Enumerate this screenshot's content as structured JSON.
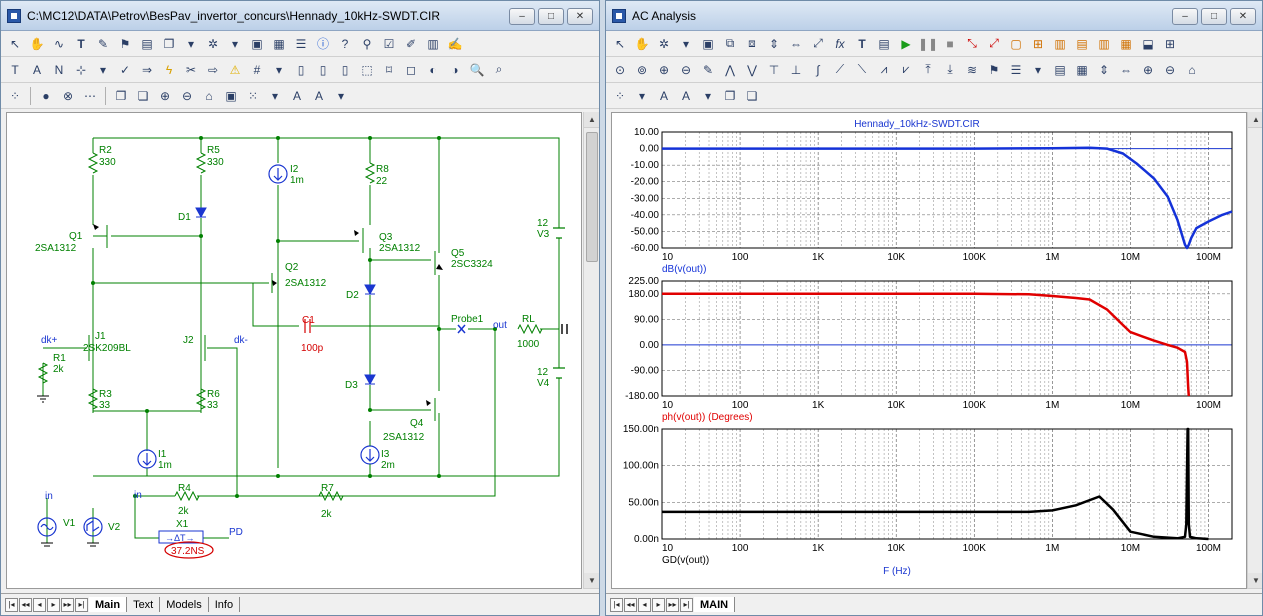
{
  "left_window": {
    "title": "C:\\MC12\\DATA\\Petrov\\BesPav_invertor_concurs\\Hennady_10kHz-SWDT.CIR",
    "tabs": [
      "Main",
      "Text",
      "Models",
      "Info"
    ],
    "active_tab": "Main"
  },
  "right_window": {
    "title": "AC Analysis",
    "tabs": [
      "MAIN"
    ],
    "active_tab": "MAIN"
  },
  "schematic": {
    "components": [
      {
        "name": "R2",
        "value": "330"
      },
      {
        "name": "R5",
        "value": "330"
      },
      {
        "name": "I2",
        "value": "1m"
      },
      {
        "name": "R8",
        "value": "22"
      },
      {
        "name": "Q1",
        "value": "2SA1312"
      },
      {
        "name": "D1",
        "value": ""
      },
      {
        "name": "Q3",
        "value": "2SA1312"
      },
      {
        "name": "Q5",
        "value": "2SC3324"
      },
      {
        "name": "Q2",
        "value": "2SA1312"
      },
      {
        "name": "D2",
        "value": ""
      },
      {
        "name": "V3",
        "value": "12"
      },
      {
        "name": "J1",
        "value": "2SK209BL"
      },
      {
        "name": "J2",
        "value": ""
      },
      {
        "name": "C1",
        "value": "100p"
      },
      {
        "name": "Probe1",
        "value": ""
      },
      {
        "name": "RL",
        "value": "1000"
      },
      {
        "name": "R1",
        "value": "2k"
      },
      {
        "name": "V4",
        "value": "12"
      },
      {
        "name": "R3",
        "value": "33"
      },
      {
        "name": "R6",
        "value": "33"
      },
      {
        "name": "D3",
        "value": ""
      },
      {
        "name": "Q4",
        "value": "2SA1312"
      },
      {
        "name": "I1",
        "value": "1m"
      },
      {
        "name": "I3",
        "value": "2m"
      },
      {
        "name": "R4",
        "value": "2k"
      },
      {
        "name": "R7",
        "value": "2k"
      },
      {
        "name": "V1",
        "value": ""
      },
      {
        "name": "V2",
        "value": ""
      },
      {
        "name": "X1",
        "value": ""
      }
    ],
    "node_labels": {
      "dk_plus": "dk+",
      "dk_minus": "dk-",
      "in1": "in",
      "in2": "in",
      "out": "out",
      "pd": "PD"
    },
    "measurement": "37.2NS",
    "measurement_color": "#d40000",
    "x1_symbol": "→ΔT→"
  },
  "plot": {
    "title": "Hennady_10kHz-SWDT.CIR",
    "x_axis_label": "F (Hz)",
    "x_tick_labels": [
      "10",
      "100",
      "1K",
      "10K",
      "100K",
      "1M",
      "10M",
      "100M"
    ],
    "panels": [
      {
        "id": "gain",
        "label": "dB(v(out))",
        "color": "#1432d8",
        "y_ticks": [
          "10.00",
          "0.00",
          "-10.00",
          "-20.00",
          "-30.00",
          "-40.00",
          "-50.00",
          "-60.00"
        ],
        "ylim": [
          -60,
          10
        ]
      },
      {
        "id": "phase",
        "label": "ph(v(out)) (Degrees)",
        "color": "#e00000",
        "y_ticks": [
          "225.00",
          "180.00",
          "90.00",
          "0.00",
          "-90.00",
          "-180.00"
        ],
        "ylim": [
          -180,
          225
        ]
      },
      {
        "id": "gd",
        "label": "GD(v(out))",
        "color": "#000000",
        "y_ticks": [
          "150.00n",
          "100.00n",
          "50.00n",
          "0.00n"
        ],
        "ylim": [
          0,
          150
        ]
      }
    ]
  },
  "chart_data": [
    {
      "type": "line",
      "title": "Hennady_10kHz-SWDT.CIR",
      "xlabel": "",
      "ylabel": "dB(v(out))",
      "xscale": "log",
      "xlim": [
        10,
        200000000
      ],
      "ylim": [
        -60,
        10
      ],
      "series": [
        {
          "name": "dB(v(out))",
          "x": [
            10,
            1000,
            100000,
            1000000,
            3000000,
            5000000,
            8000000,
            12000000,
            20000000,
            30000000,
            40000000,
            50000000,
            53000000,
            56000000,
            60000000,
            70000000,
            100000000,
            150000000,
            200000000
          ],
          "y": [
            0,
            0,
            0,
            0.2,
            0.5,
            0,
            -3,
            -9,
            -18,
            -29,
            -43,
            -58,
            -60,
            -58,
            -54,
            -48,
            -44,
            -40,
            -38
          ]
        }
      ]
    },
    {
      "type": "line",
      "xlabel": "",
      "ylabel": "ph(v(out)) (Degrees)",
      "xscale": "log",
      "xlim": [
        10,
        200000000
      ],
      "ylim": [
        -180,
        225
      ],
      "series": [
        {
          "name": "ph(v(out)) (Degrees)",
          "x": [
            10,
            100000,
            500000,
            1000000,
            2000000,
            3000000,
            5000000,
            8000000,
            10000000,
            20000000,
            30000000,
            40000000,
            50000000,
            53000000,
            55000000,
            56000000
          ],
          "y": [
            180,
            180,
            178,
            172,
            165,
            160,
            125,
            70,
            45,
            15,
            0,
            -10,
            -25,
            -60,
            -150,
            -180
          ]
        }
      ]
    },
    {
      "type": "line",
      "xlabel": "F (Hz)",
      "ylabel": "GD(v(out))",
      "xscale": "log",
      "xlim": [
        10,
        200000000
      ],
      "ylim": [
        0,
        150
      ],
      "series": [
        {
          "name": "GD(v(out))",
          "x": [
            10,
            100000,
            500000,
            1000000,
            2000000,
            4000000,
            6000000,
            10000000,
            20000000,
            40000000,
            50000000,
            52000000,
            54000000,
            55000000,
            56000000,
            58000000,
            70000000,
            100000000
          ],
          "y": [
            37,
            37,
            37,
            39,
            46,
            58,
            40,
            10,
            3,
            1,
            3,
            20,
            150,
            150,
            20,
            3,
            1,
            0
          ]
        }
      ]
    }
  ]
}
